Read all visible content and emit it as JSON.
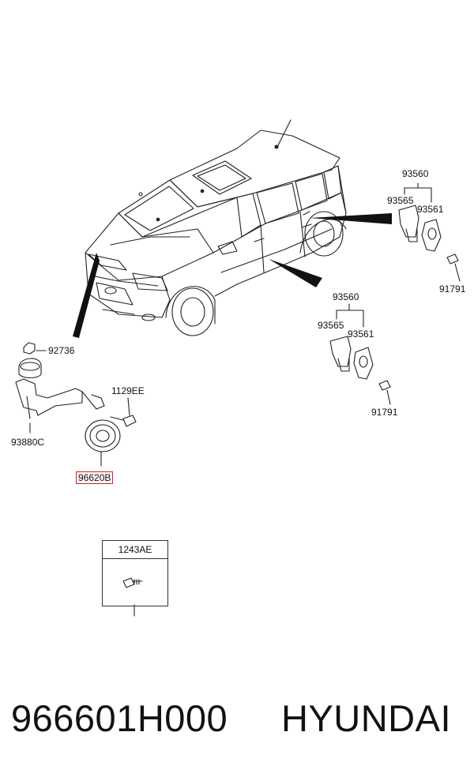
{
  "labels": {
    "p93560_right": "93560",
    "p93565_right": "93565",
    "p93561_right": "93561",
    "p91791_right": "91791",
    "p93560_mid": "93560",
    "p93565_mid": "93565",
    "p93561_mid": "93561",
    "p91791_mid": "91791",
    "p92736": "92736",
    "p1129EE": "1129EE",
    "p93880C": "93880C",
    "p96620B": "96620B",
    "p1243AE": "1243AE"
  },
  "highlight_color": "#d41f2a",
  "footer": {
    "part_number": "966601H000",
    "brand": "HYUNDAI"
  }
}
